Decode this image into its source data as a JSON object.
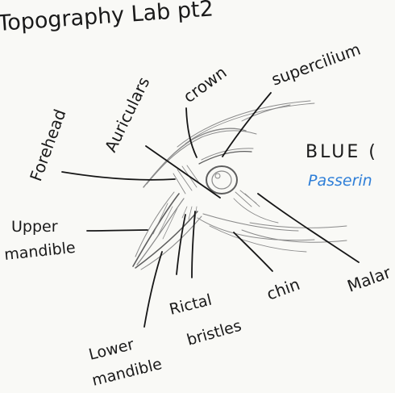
{
  "title": "Topography Lab pt2",
  "species": {
    "name_fragment": "BLUE (",
    "group_fragment": "Passerin"
  },
  "labels": {
    "forehead": "Forehead",
    "auriculars": "Auriculars",
    "crown": "crown",
    "supercilium": "supercilium",
    "upper_mandible_line1": "Upper",
    "upper_mandible_line2": "mandible",
    "rictal_line1": "Rictal",
    "rictal_line2": "bristles",
    "chin": "chin",
    "malar": "Malar",
    "lower_mandible_line1": "Lower",
    "lower_mandible_line2": "mandible"
  },
  "colors": {
    "ink": "#1a1a1a",
    "pencil": "#8a8a8a",
    "blue_ink": "#2f7fd8",
    "paper": "#f9f9f6"
  }
}
